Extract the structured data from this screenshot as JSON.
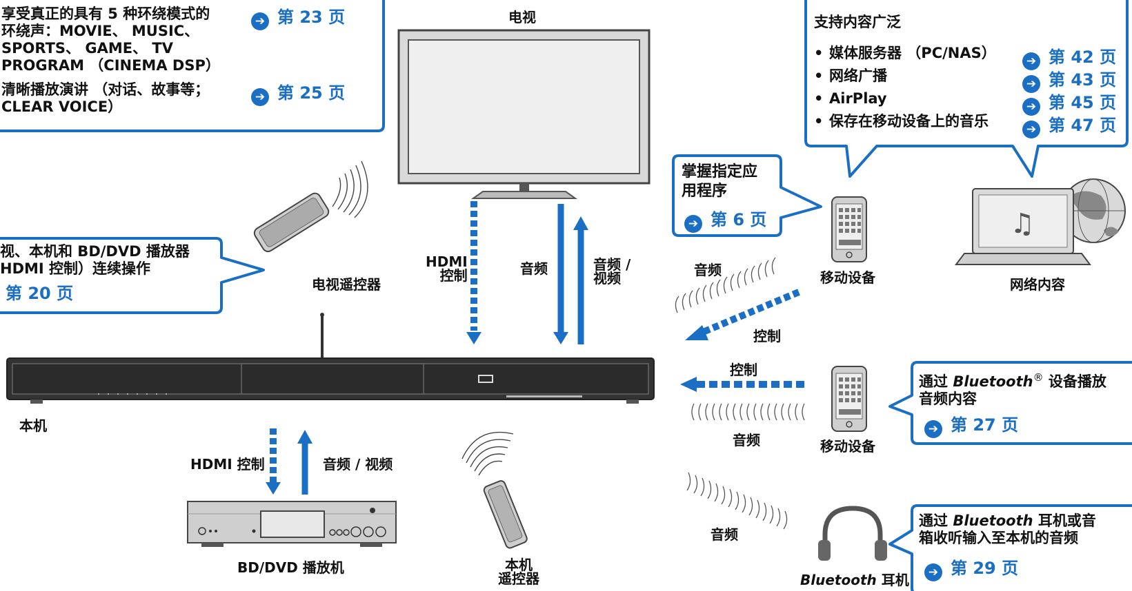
{
  "labels": {
    "tv": "电视",
    "tv_remote": "电视遥控器",
    "unit": "本机",
    "bd_player": "BD/DVD 播放机",
    "unit_remote_line1": "本机",
    "unit_remote_line2": "遥控器",
    "mobile_device_1": "移动设备",
    "mobile_device_2": "移动设备",
    "network_content": "网络内容",
    "hdmi_control_tv_line1": "HDMI",
    "hdmi_control_tv_line2": "控制",
    "audio_tv": "音频",
    "audio_video_tv_line1": "音频 /",
    "audio_video_tv_line2": "视频",
    "hdmi_control_bd": "HDMI 控制",
    "audio_video_bd": "音频 / 视频",
    "audio_mobile1": "音频",
    "control_mobile1": "控制",
    "control_mobile2": "控制",
    "audio_mobile2": "音频",
    "audio_headphones": "音频",
    "bt_headphones_italic": "Bluetooth",
    "bt_headphones_rest": " 耳机"
  },
  "callouts": {
    "surround": {
      "item1_line1": "享受真正的具有 5 种环绕模式的",
      "item1_line2": "环绕声：MOVIE、 MUSIC、",
      "item1_line3": "SPORTS、 GAME、 TV",
      "item1_line4": "PROGRAM （CINEMA DSP）",
      "item1_ref": "第 23 页",
      "item2_line1": "清晰播放演讲 （对话、故事等；",
      "item2_line2": "CLEAR VOICE）",
      "item2_ref": "第 25 页"
    },
    "hdmi_control": {
      "line1": "视、本机和 BD/DVD 播放器",
      "line2": "HDMI 控制）连续操作",
      "ref": "第 20 页"
    },
    "app": {
      "line1": "掌握指定应",
      "line2": "用程序",
      "ref": "第 6 页"
    },
    "content": {
      "title": "支持内容广泛",
      "items": [
        {
          "label": "媒体服务器 （PC/NAS）",
          "ref": "第 42 页"
        },
        {
          "label": "网络广播",
          "ref": "第 43 页"
        },
        {
          "label": "AirPlay",
          "ref": "第 45 页"
        },
        {
          "label": "保存在移动设备上的音乐",
          "ref": "第 47 页"
        }
      ]
    },
    "bt_play": {
      "line1_pre": "通过 ",
      "line1_italic": "Bluetooth",
      "line1_sup": "®",
      "line1_post": " 设备播放",
      "line2": "音频内容",
      "ref": "第 27 页"
    },
    "bt_listen": {
      "line1_pre": "通过 ",
      "line1_italic": "Bluetooth",
      "line1_post": " 耳机或音",
      "line2": "箱收听输入至本机的音频",
      "ref": "第 29 页"
    }
  },
  "colors": {
    "accent": "#1a6fc4",
    "device_dark": "#333333",
    "device_gray": "#cfcfcf"
  }
}
